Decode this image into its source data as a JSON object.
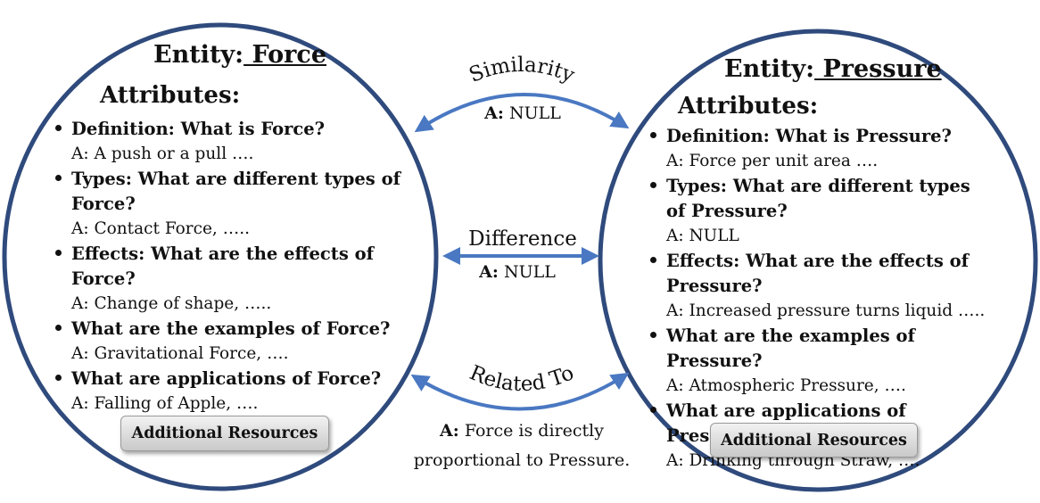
{
  "colors": {
    "ellipse": "#2f4a7c",
    "arrow": "#4a78c2"
  },
  "left_entity": {
    "entity_prefix": "Entity:",
    "entity_name": " Force",
    "attributes_label": "Attributes:",
    "items": [
      {
        "q": "Definition: What is Force?",
        "a": "A: A push or a pull …."
      },
      {
        "q": "Types: What are different types of Force?",
        "a": "A: Contact Force, ….."
      },
      {
        "q": "Effects: What are the effects of Force?",
        "a": "A: Change of shape, ….."
      },
      {
        "q": "What are the examples of Force?",
        "a": "A: Gravitational Force, …."
      },
      {
        "q": "What are applications of Force?",
        "a": "A: Falling of Apple, …."
      }
    ],
    "button_label": "Additional Resources"
  },
  "right_entity": {
    "entity_prefix": "Entity:",
    "entity_name": " Pressure",
    "attributes_label": "Attributes:",
    "items": [
      {
        "q": "Definition: What is Pressure?",
        "a": "A: Force per unit area …."
      },
      {
        "q": "Types: What are different types of Pressure?",
        "a": "A: NULL"
      },
      {
        "q": "Effects: What are the effects of Pressure?",
        "a": "A: Increased pressure turns liquid  ….."
      },
      {
        "q": "What are the examples of Pressure?",
        "a": "A: Atmospheric Pressure, …."
      },
      {
        "q": "What are applications of Pressure?",
        "a": "A: Drinking through Straw, …."
      }
    ],
    "button_label": "Additional Resources"
  },
  "relations": {
    "similarity": {
      "label": "Similarity",
      "answer_prefix": "A:",
      "answer": " NULL"
    },
    "difference": {
      "label": "Difference",
      "answer_prefix": "A:",
      "answer": " NULL"
    },
    "related_to": {
      "label": "Related To",
      "answer_prefix": "A:",
      "answer_line1": " Force is directly",
      "answer_line2": "proportional to Pressure."
    }
  }
}
